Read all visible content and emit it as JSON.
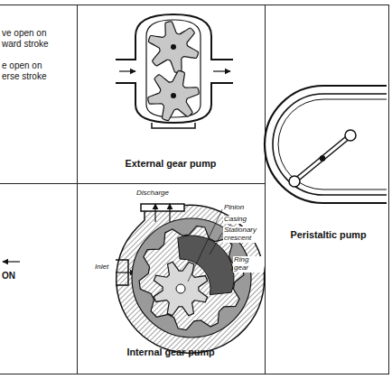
{
  "diagram": {
    "nodes": [
      {
        "text": [
          "ve open on ward stroke",
          "e open on erse stroke"
        ]
      },
      {
        "text": [
          "External gear pump"
        ]
      },
      {
        "text": [
          "Peristaltic pump"
        ]
      },
      {
        "text": [
          "ON"
        ]
      },
      {
        "text": [
          "Internal gear pump"
        ]
      }
    ],
    "labels": [
      "Discharge",
      "Pinion",
      "Casing",
      "Stationary crescent",
      "Ring gear",
      "Inlet"
    ]
  }
}
